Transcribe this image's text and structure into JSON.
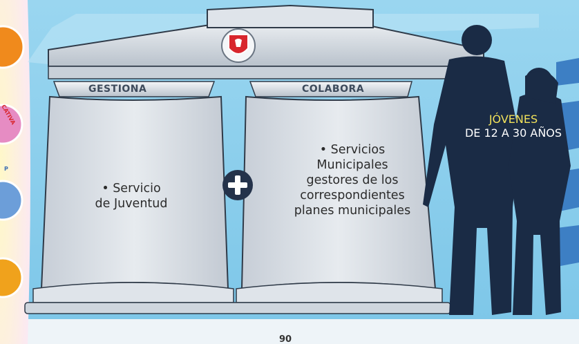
{
  "temple": {
    "left_title": "GESTIONA",
    "right_title": "COLABORA",
    "plus_icon": "plus-icon",
    "shield_icon": "lion-shield-icon"
  },
  "left_panel": {
    "line1": "• Servicio",
    "line2": "de Juventud"
  },
  "right_panel": {
    "line1": "• Servicios",
    "line2": "Municipales",
    "line3": "gestores de los",
    "line4": "correspondientes",
    "line5": "planes municipales"
  },
  "audience": {
    "line1": "JÓVENES",
    "line2": "DE 12 A 30 AÑOS"
  },
  "side_labels": {
    "top": "CATIVA",
    "middle": "P"
  },
  "page_number": "90",
  "colors": {
    "sky": "#8fd1ee",
    "column": "#d7dde4",
    "column_shadow": "#9aa6b3",
    "silhouette": "#1a2b45",
    "highlight_yellow": "#f2e25a",
    "orange": "#f08a1c",
    "pink": "#e68cc3",
    "blue_circle": "#6c9ed9"
  }
}
